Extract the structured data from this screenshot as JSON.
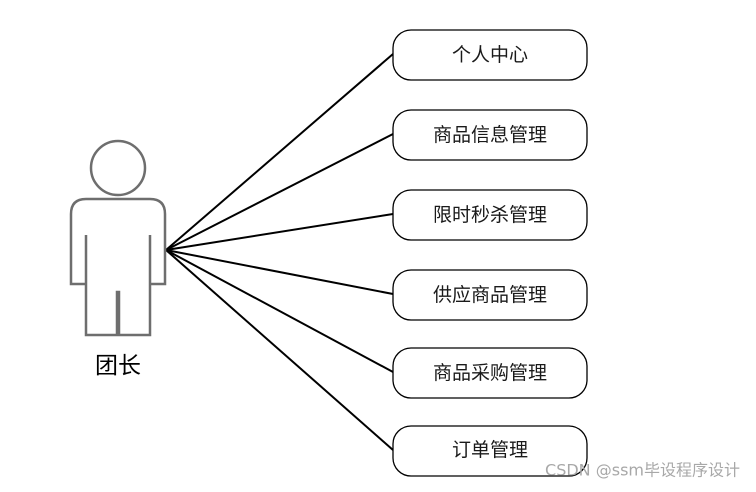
{
  "actor": {
    "label": "团长",
    "icon": "person-icon"
  },
  "use_cases": [
    {
      "label": "个人中心"
    },
    {
      "label": "商品信息管理"
    },
    {
      "label": "限时秒杀管理"
    },
    {
      "label": "供应商品管理"
    },
    {
      "label": "商品采购管理"
    },
    {
      "label": "订单管理"
    }
  ],
  "watermark": "CSDN @ssm毕设程序设计"
}
